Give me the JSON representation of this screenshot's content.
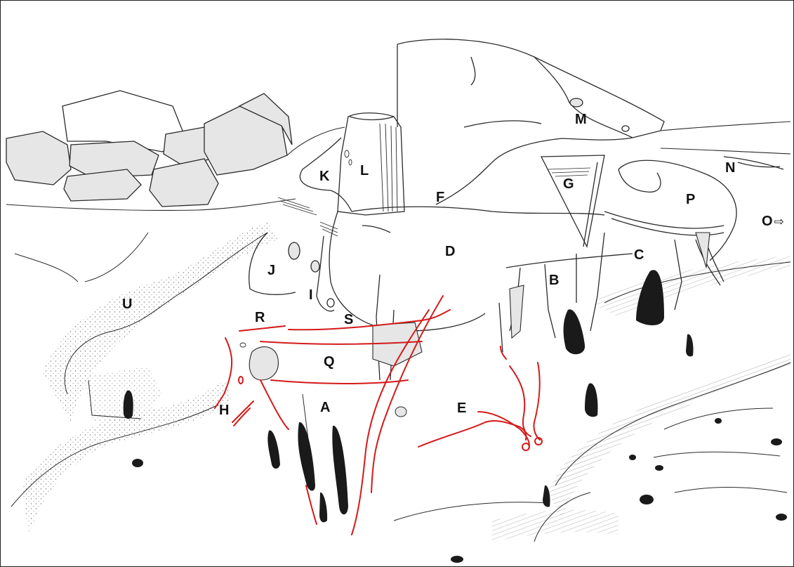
{
  "figure": {
    "line_color": "#2a2a2a",
    "stone_fill": "#e6e6e6",
    "red_line_color": "#d41a1a",
    "dark_mark_color": "#1a1a1a"
  },
  "labels": {
    "A": "A",
    "B": "B",
    "C": "C",
    "D": "D",
    "E": "E",
    "F": "F",
    "G": "G",
    "H": "H",
    "I": "I",
    "J": "J",
    "K": "K",
    "L": "L",
    "M": "M",
    "N": "N",
    "O": "O",
    "O_arrow": "⇨",
    "P": "P",
    "Q": "Q",
    "R": "R",
    "S": "S",
    "U": "U"
  }
}
